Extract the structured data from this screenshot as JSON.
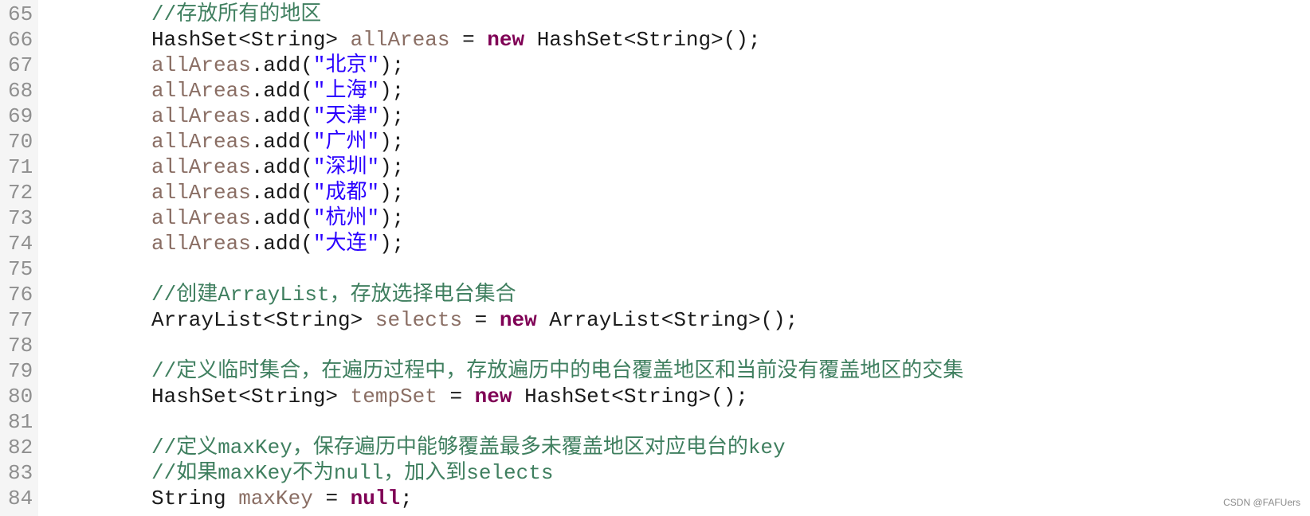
{
  "editor": {
    "lines": [
      {
        "number": "65",
        "tokens": [
          {
            "t": "//存放所有的地区",
            "c": "comment"
          }
        ]
      },
      {
        "number": "66",
        "tokens": [
          {
            "t": "HashSet<String> ",
            "c": "plain"
          },
          {
            "t": "allAreas",
            "c": "field"
          },
          {
            "t": " = ",
            "c": "plain"
          },
          {
            "t": "new",
            "c": "kw"
          },
          {
            "t": " HashSet<String>();",
            "c": "plain"
          }
        ]
      },
      {
        "number": "67",
        "tokens": [
          {
            "t": "allAreas",
            "c": "field"
          },
          {
            "t": ".add(",
            "c": "plain"
          },
          {
            "t": "\"北京\"",
            "c": "str"
          },
          {
            "t": ");",
            "c": "plain"
          }
        ]
      },
      {
        "number": "68",
        "tokens": [
          {
            "t": "allAreas",
            "c": "field"
          },
          {
            "t": ".add(",
            "c": "plain"
          },
          {
            "t": "\"上海\"",
            "c": "str"
          },
          {
            "t": ");",
            "c": "plain"
          }
        ]
      },
      {
        "number": "69",
        "tokens": [
          {
            "t": "allAreas",
            "c": "field"
          },
          {
            "t": ".add(",
            "c": "plain"
          },
          {
            "t": "\"天津\"",
            "c": "str"
          },
          {
            "t": ");",
            "c": "plain"
          }
        ]
      },
      {
        "number": "70",
        "tokens": [
          {
            "t": "allAreas",
            "c": "field"
          },
          {
            "t": ".add(",
            "c": "plain"
          },
          {
            "t": "\"广州\"",
            "c": "str"
          },
          {
            "t": ");",
            "c": "plain"
          }
        ]
      },
      {
        "number": "71",
        "tokens": [
          {
            "t": "allAreas",
            "c": "field"
          },
          {
            "t": ".add(",
            "c": "plain"
          },
          {
            "t": "\"深圳\"",
            "c": "str"
          },
          {
            "t": ");",
            "c": "plain"
          }
        ]
      },
      {
        "number": "72",
        "tokens": [
          {
            "t": "allAreas",
            "c": "field"
          },
          {
            "t": ".add(",
            "c": "plain"
          },
          {
            "t": "\"成都\"",
            "c": "str"
          },
          {
            "t": ");",
            "c": "plain"
          }
        ]
      },
      {
        "number": "73",
        "tokens": [
          {
            "t": "allAreas",
            "c": "field"
          },
          {
            "t": ".add(",
            "c": "plain"
          },
          {
            "t": "\"杭州\"",
            "c": "str"
          },
          {
            "t": ");",
            "c": "plain"
          }
        ]
      },
      {
        "number": "74",
        "tokens": [
          {
            "t": "allAreas",
            "c": "field"
          },
          {
            "t": ".add(",
            "c": "plain"
          },
          {
            "t": "\"大连\"",
            "c": "str"
          },
          {
            "t": ");",
            "c": "plain"
          }
        ]
      },
      {
        "number": "75",
        "tokens": []
      },
      {
        "number": "76",
        "tokens": [
          {
            "t": "//创建ArrayList，存放选择电台集合",
            "c": "comment"
          }
        ]
      },
      {
        "number": "77",
        "tokens": [
          {
            "t": "ArrayList<String> ",
            "c": "plain"
          },
          {
            "t": "selects",
            "c": "field"
          },
          {
            "t": " = ",
            "c": "plain"
          },
          {
            "t": "new",
            "c": "kw"
          },
          {
            "t": " ArrayList<String>();",
            "c": "plain"
          }
        ]
      },
      {
        "number": "78",
        "tokens": []
      },
      {
        "number": "79",
        "tokens": [
          {
            "t": "//定义临时集合，在遍历过程中，存放遍历中的电台覆盖地区和当前没有覆盖地区的交集",
            "c": "comment"
          }
        ]
      },
      {
        "number": "80",
        "tokens": [
          {
            "t": "HashSet<String> ",
            "c": "plain"
          },
          {
            "t": "tempSet",
            "c": "field"
          },
          {
            "t": " = ",
            "c": "plain"
          },
          {
            "t": "new",
            "c": "kw"
          },
          {
            "t": " HashSet<String>();",
            "c": "plain"
          }
        ]
      },
      {
        "number": "81",
        "tokens": []
      },
      {
        "number": "82",
        "tokens": [
          {
            "t": "//定义maxKey，保存遍历中能够覆盖最多未覆盖地区对应电台的key",
            "c": "comment"
          }
        ]
      },
      {
        "number": "83",
        "tokens": [
          {
            "t": "//如果maxKey不为null，加入到selects",
            "c": "comment"
          }
        ]
      },
      {
        "number": "84",
        "tokens": [
          {
            "t": "String ",
            "c": "plain"
          },
          {
            "t": "maxKey",
            "c": "field"
          },
          {
            "t": " = ",
            "c": "plain"
          },
          {
            "t": "null",
            "c": "kw"
          },
          {
            "t": ";",
            "c": "plain"
          }
        ]
      }
    ]
  },
  "watermark": "CSDN @FAFUers",
  "colors": {
    "plain": "#1a1a1a",
    "field": "#8a6e64",
    "keyword": "#7f0055",
    "string": "#2a00ff",
    "comment": "#3f7f5f",
    "line_number": "#8f8f8f",
    "gutter_bg": "#f5f5f5"
  }
}
